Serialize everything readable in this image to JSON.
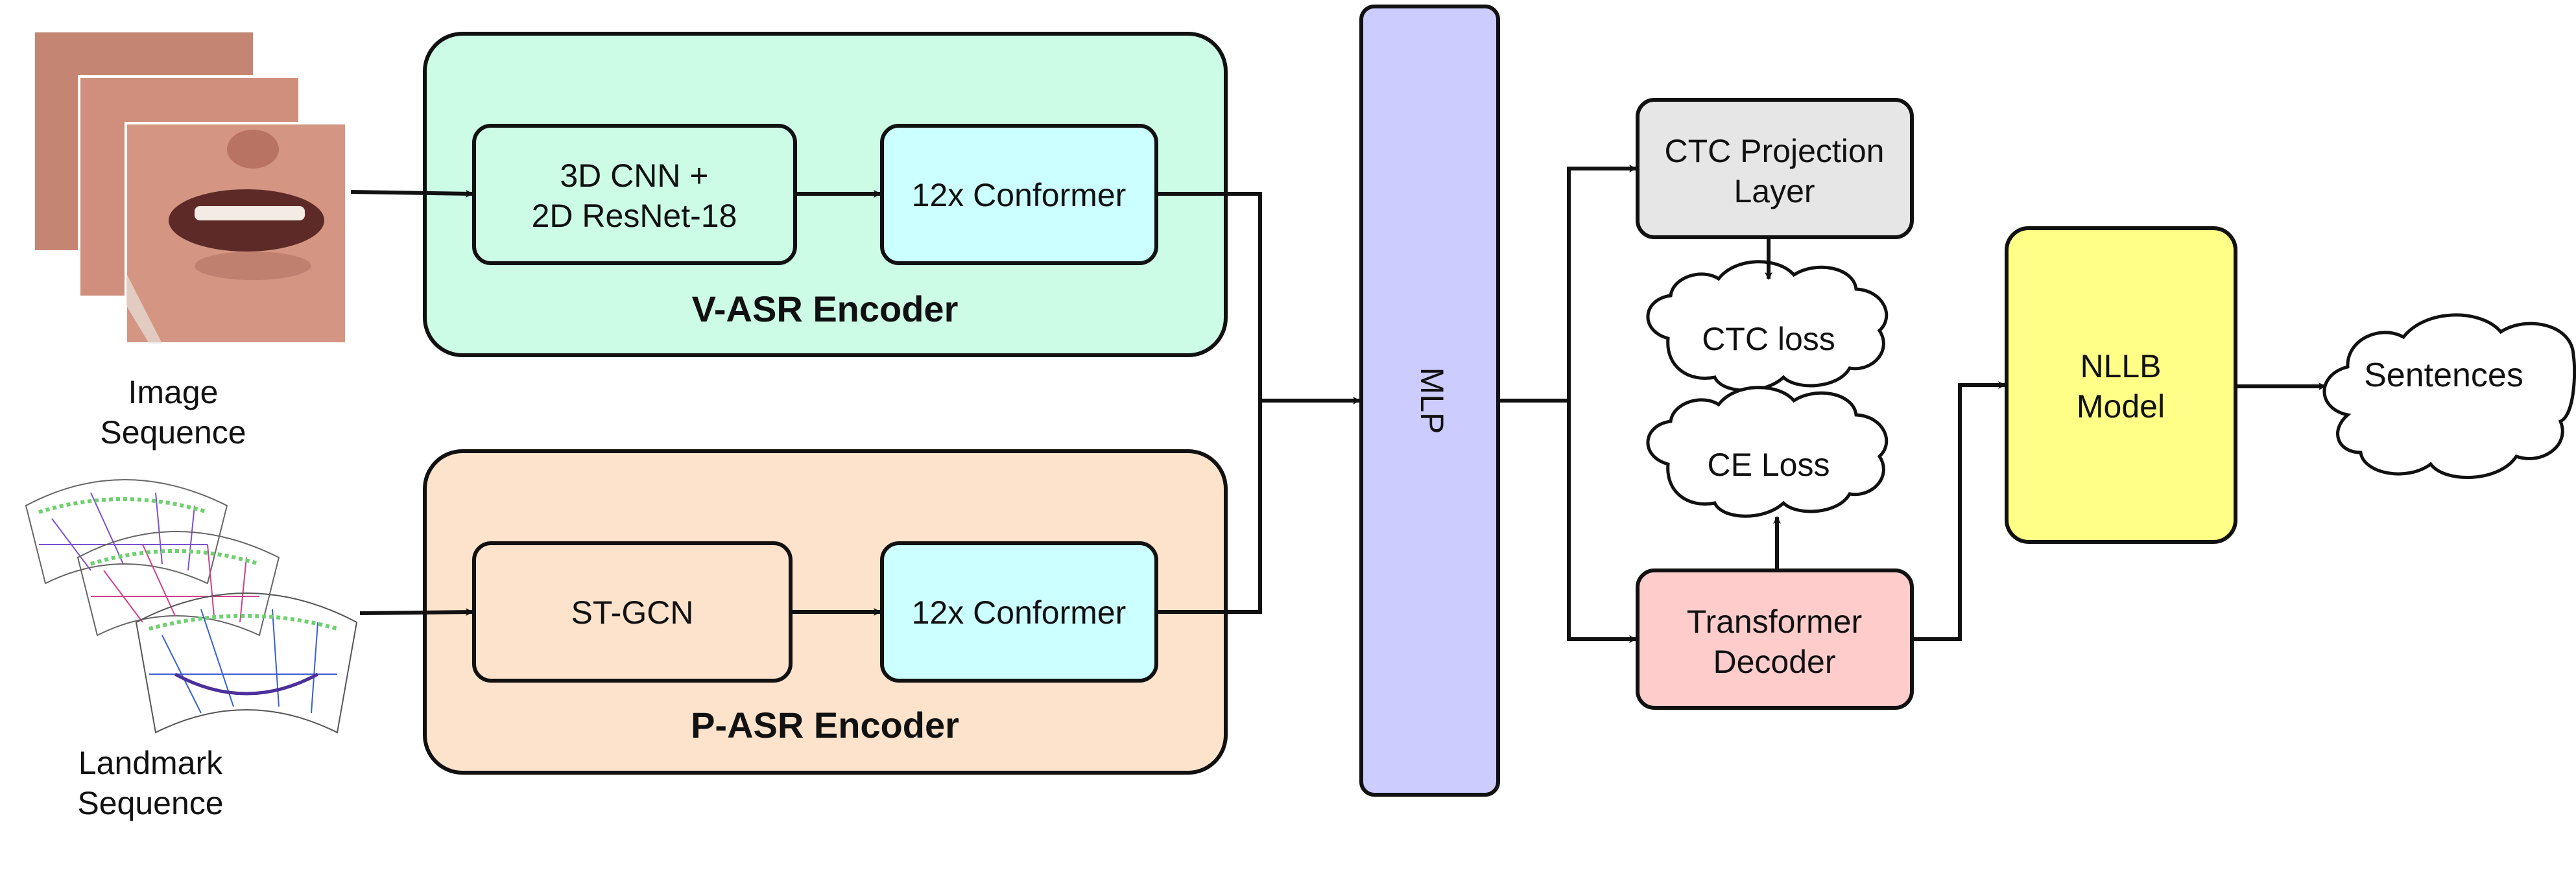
{
  "inputs": {
    "image_sequence": {
      "line1": "Image",
      "line2": "Sequence"
    },
    "landmark_sequence": {
      "line1": "Landmark",
      "line2": "Sequence"
    }
  },
  "vasr": {
    "title": "V-ASR Encoder",
    "frontend_line1": "3D CNN +",
    "frontend_line2": "2D ResNet-18",
    "conformer": "12x Conformer"
  },
  "pasr": {
    "title": "P-ASR Encoder",
    "frontend": "ST-GCN",
    "conformer": "12x Conformer"
  },
  "mlp": "MLP",
  "ctc_projection": {
    "line1": "CTC Projection",
    "line2": "Layer"
  },
  "ctc_loss": "CTC loss",
  "ce_loss": "CE Loss",
  "transformer_decoder": {
    "line1": "Transformer",
    "line2": "Decoder"
  },
  "nllb": {
    "line1": "NLLB",
    "line2": "Model"
  },
  "sentences": "Sentences",
  "colors": {
    "vasr_bg": "#ccfbe6",
    "pasr_bg": "#fde3cc",
    "conformer_bg": "#ccffff",
    "mlp_bg": "#ccccff",
    "ctc_proj_bg": "#e6e6e6",
    "decoder_bg": "#ffcccc",
    "nllb_bg": "#ffff88",
    "stroke": "#111111"
  }
}
